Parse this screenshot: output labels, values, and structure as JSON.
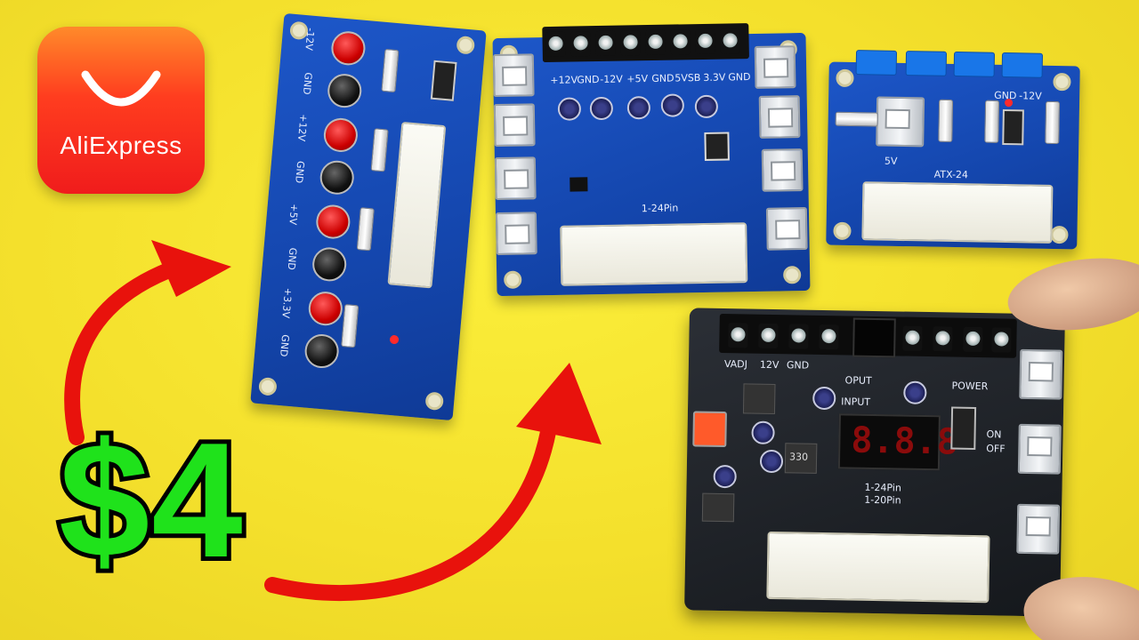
{
  "logo": {
    "brand_text": "AliExpress",
    "icon": "shopping-bag-icon",
    "colors": {
      "top": "#ff8a2a",
      "bottom": "#f01c1c"
    }
  },
  "price": {
    "text": "$4",
    "fill_color": "#1fe21b",
    "outline_color": "#000000"
  },
  "arrows": {
    "color": "#e8120c",
    "count": 2,
    "icon": "curved-arrow-icon"
  },
  "boards": {
    "left_board": {
      "labels": [
        "-12V",
        "GND",
        "+12V",
        "GND",
        "+5V",
        "GND",
        "+3.3V",
        "GND"
      ]
    },
    "center_board": {
      "labels": [
        "+12V",
        "GND",
        "-12V",
        "+5V",
        "GND",
        "5VSB",
        "3.3V",
        "GND"
      ],
      "connector_label": "1-24Pin"
    },
    "right_board": {
      "labels": [
        "5V",
        "-12V",
        "GND",
        "ATX-24"
      ]
    },
    "black_board": {
      "labels": [
        "VADJ",
        "12V",
        "GND",
        "OPUT",
        "INPUT",
        "POWER",
        "1-24Pin",
        "1-20Pin",
        "ON",
        "OFF",
        "330"
      ],
      "display_text": "8.8.8"
    }
  },
  "background_color": "#f3e22a"
}
